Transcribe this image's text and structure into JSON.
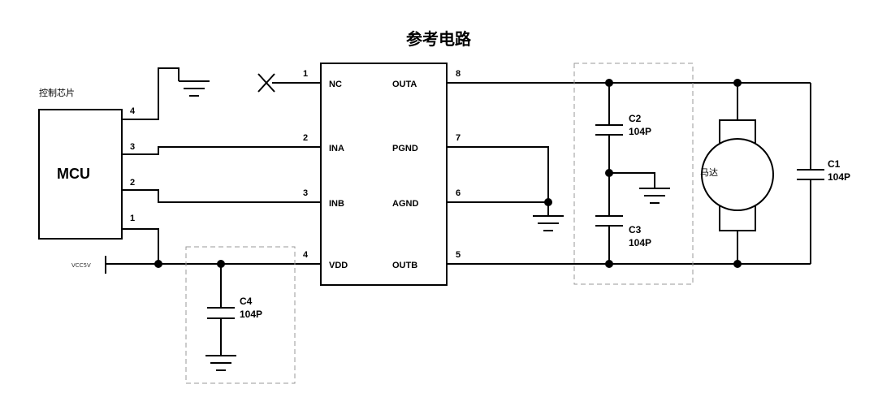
{
  "title": "参考电路",
  "mcu": {
    "caption": "控制芯片",
    "name": "MCU",
    "pins": [
      "4",
      "3",
      "2",
      "1"
    ]
  },
  "supply_label": "VCC5V",
  "ic": {
    "left_pins": [
      {
        "num": "1",
        "name": "NC"
      },
      {
        "num": "2",
        "name": "INA"
      },
      {
        "num": "3",
        "name": "INB"
      },
      {
        "num": "4",
        "name": "VDD"
      }
    ],
    "right_pins": [
      {
        "num": "8",
        "name": "OUTA"
      },
      {
        "num": "7",
        "name": "PGND"
      },
      {
        "num": "6",
        "name": "AGND"
      },
      {
        "num": "5",
        "name": "OUTB"
      }
    ]
  },
  "capacitors": {
    "c1": {
      "ref": "C1",
      "value": "104P"
    },
    "c2": {
      "ref": "C2",
      "value": "104P"
    },
    "c3": {
      "ref": "C3",
      "value": "104P"
    },
    "c4": {
      "ref": "C4",
      "value": "104P"
    }
  },
  "motor": {
    "label": "马达"
  }
}
